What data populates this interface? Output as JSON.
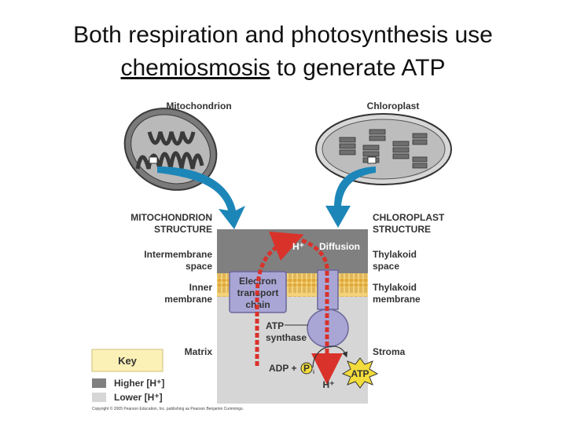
{
  "title": {
    "line1": "Both respiration and photosynthesis use",
    "line2_underlined": "chemiosmosis",
    "line2_rest": " to generate ATP"
  },
  "organelles": {
    "mitochondrion": "Mitochondrion",
    "chloroplast": "Chloroplast"
  },
  "left_labels": {
    "structure_line1": "MITOCHONDRION",
    "structure_line2": "STRUCTURE",
    "intermembrane_line1": "Intermembrane",
    "intermembrane_line2": "space",
    "inner_line1": "Inner",
    "inner_line2": "membrane",
    "matrix": "Matrix"
  },
  "right_labels": {
    "structure_line1": "CHLOROPLAST",
    "structure_line2": "STRUCTURE",
    "thylakoid_space_line1": "Thylakoid",
    "thylakoid_space_line2": "space",
    "thylakoid_membrane_line1": "Thylakoid",
    "thylakoid_membrane_line2": "membrane",
    "stroma": "Stroma"
  },
  "diagram": {
    "h_plus_top": "H⁺",
    "diffusion": "Diffusion",
    "etc_line1": "Electron",
    "etc_line2": "transport",
    "etc_line3": "chain",
    "atp_synthase_line1": "ATP",
    "atp_synthase_line2": "synthase",
    "adp": "ADP +",
    "p": "P",
    "i": "i",
    "atp": "ATP",
    "h_plus_bottom": "H⁺"
  },
  "key": {
    "title": "Key",
    "higher": "Higher [H⁺]",
    "lower": "Lower [H⁺]"
  },
  "copyright": "Copyright © 2005 Pearson Education, Inc. publishing as Pearson Benjamin Cummings.",
  "colors": {
    "high_h": "#808080",
    "low_h": "#d6d6d6",
    "membrane": "#e8b94a",
    "protein": "#a9a6d6",
    "arrow_red": "#d9322a",
    "arrow_blue": "#1d86b8",
    "atp_star": "#f2dc3b",
    "key_box": "#fbf0b6"
  }
}
